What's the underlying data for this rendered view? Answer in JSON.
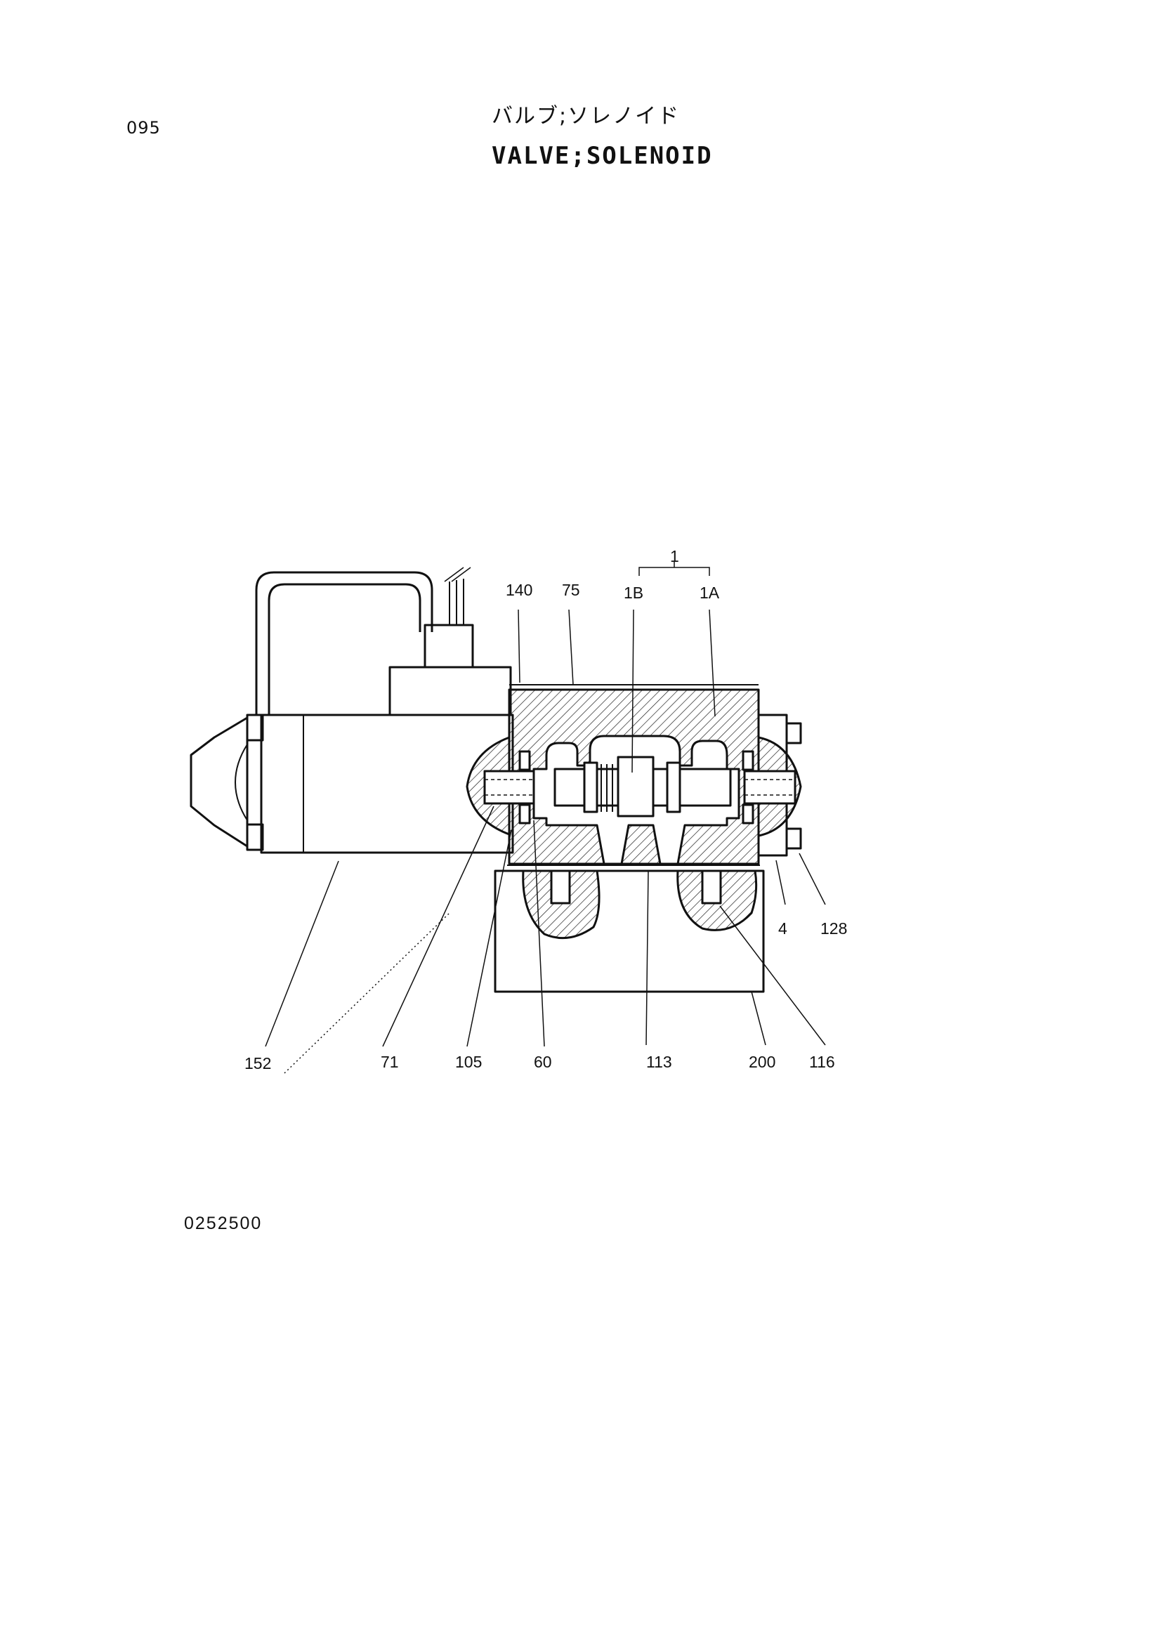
{
  "header": {
    "page_number": "095",
    "title_jp": "バルブ;ソレノイド",
    "title_en": "VALVE;SOLENOID"
  },
  "footer": {
    "drawing_number": "0252500"
  },
  "callouts": {
    "c1": "1",
    "c1a": "1A",
    "c1b": "1B",
    "c140": "140",
    "c75": "75",
    "c4": "4",
    "c128": "128",
    "c152": "152",
    "c71": "71",
    "c105": "105",
    "c60": "60",
    "c113": "113",
    "c200": "200",
    "c116": "116"
  }
}
